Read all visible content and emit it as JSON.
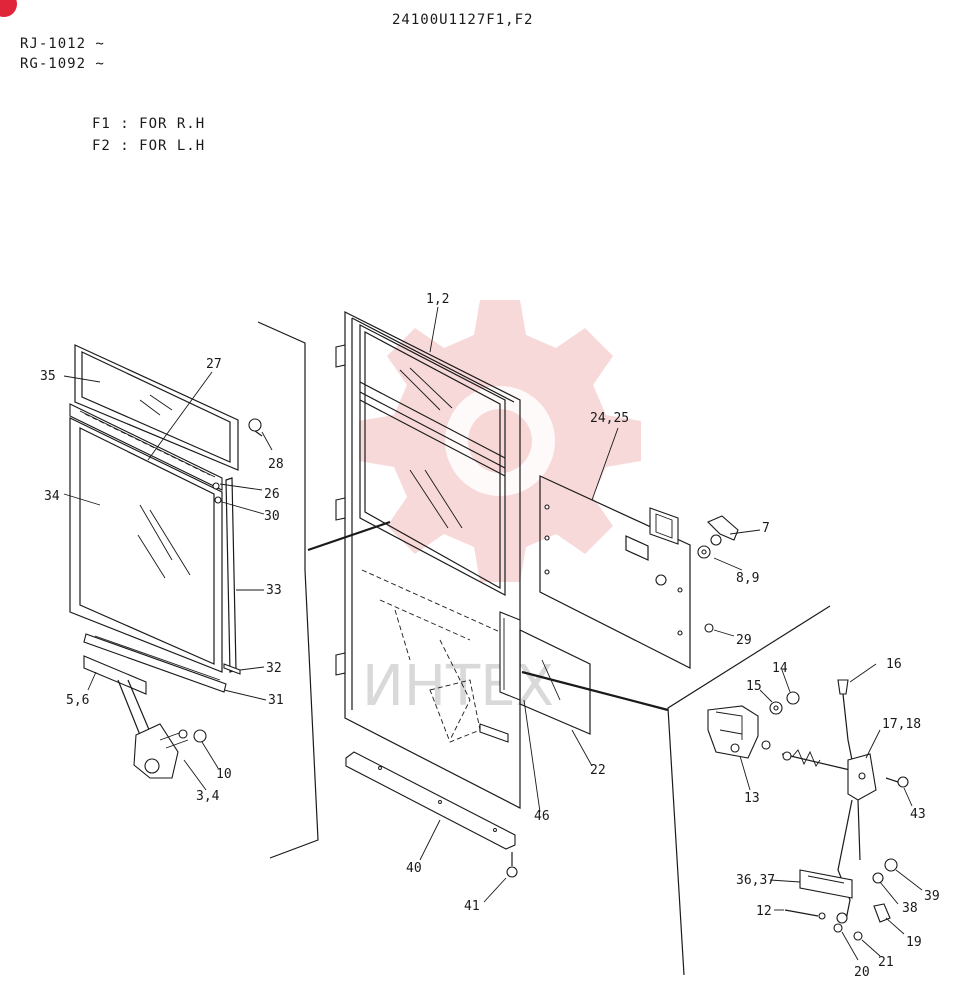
{
  "drawing_number": "24100U1127F1,F2",
  "serials": [
    "RJ-1012 ~",
    "RG-1092 ~"
  ],
  "variants": [
    "F1 : FOR  R.H",
    "F2 : FOR  L.H"
  ],
  "watermark_text": "ИНТЕХ",
  "colors": {
    "line": "#1a1a1a",
    "watermark": "#f3b9b9",
    "corner_badge": "#e0243a"
  },
  "callouts": [
    {
      "id": "c-1-2",
      "text": "1,2"
    },
    {
      "id": "c-3-4",
      "text": "3,4"
    },
    {
      "id": "c-5-6",
      "text": "5,6"
    },
    {
      "id": "c-7",
      "text": "7"
    },
    {
      "id": "c-8-9",
      "text": "8,9"
    },
    {
      "id": "c-10",
      "text": "10"
    },
    {
      "id": "c-12",
      "text": "12"
    },
    {
      "id": "c-13",
      "text": "13"
    },
    {
      "id": "c-14",
      "text": "14"
    },
    {
      "id": "c-15",
      "text": "15"
    },
    {
      "id": "c-16",
      "text": "16"
    },
    {
      "id": "c-17-18",
      "text": "17,18"
    },
    {
      "id": "c-19",
      "text": "19"
    },
    {
      "id": "c-20",
      "text": "20"
    },
    {
      "id": "c-21",
      "text": "21"
    },
    {
      "id": "c-22",
      "text": "22"
    },
    {
      "id": "c-24-25",
      "text": "24,25"
    },
    {
      "id": "c-26",
      "text": "26"
    },
    {
      "id": "c-27",
      "text": "27"
    },
    {
      "id": "c-28",
      "text": "28"
    },
    {
      "id": "c-29",
      "text": "29"
    },
    {
      "id": "c-30",
      "text": "30"
    },
    {
      "id": "c-31",
      "text": "31"
    },
    {
      "id": "c-32",
      "text": "32"
    },
    {
      "id": "c-33",
      "text": "33"
    },
    {
      "id": "c-34",
      "text": "34"
    },
    {
      "id": "c-35",
      "text": "35"
    },
    {
      "id": "c-36-37",
      "text": "36,37"
    },
    {
      "id": "c-38",
      "text": "38"
    },
    {
      "id": "c-39",
      "text": "39"
    },
    {
      "id": "c-40",
      "text": "40"
    },
    {
      "id": "c-41",
      "text": "41"
    },
    {
      "id": "c-43",
      "text": "43"
    },
    {
      "id": "c-46",
      "text": "46"
    }
  ]
}
